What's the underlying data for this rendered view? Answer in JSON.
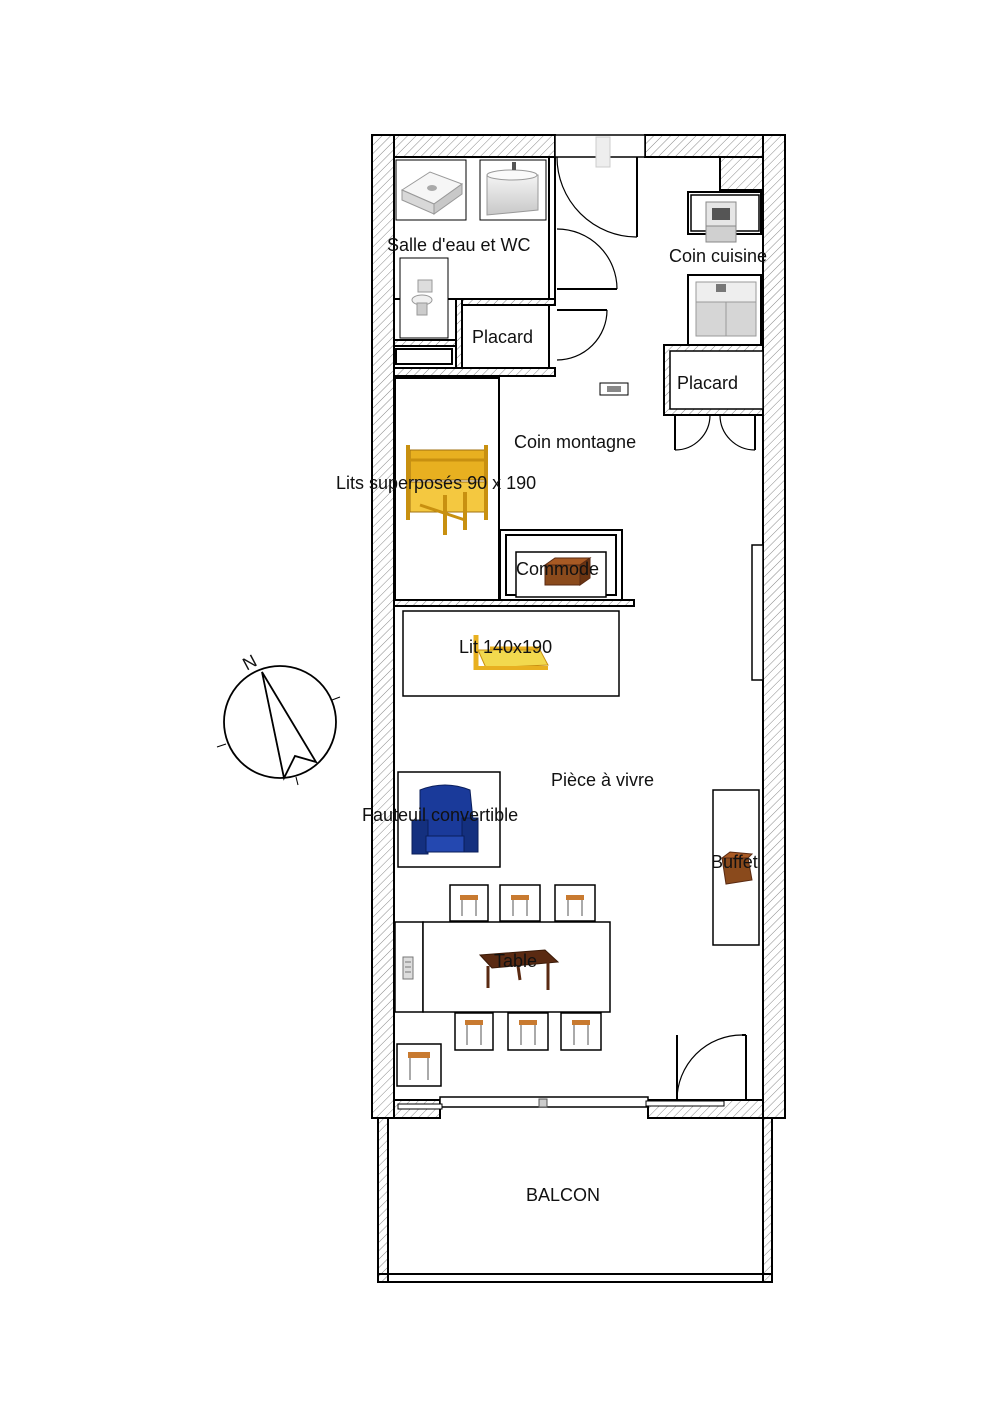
{
  "rooms": {
    "bathroom": "Salle d'eau et WC",
    "kitchen": "Coin cuisine",
    "closet_1": "Placard",
    "closet_2": "Placard",
    "mountain_corner": "Coin montagne",
    "bunk_beds": "Lits superposés 90 x 190",
    "dresser": "Commode",
    "double_bed": "Lit 140x190",
    "living_room": "Pièce à vivre",
    "armchair": "Fauteuil convertible",
    "sideboard": "Buffet",
    "table": "Table",
    "balcony": "BALCON"
  },
  "compass": {
    "label": "N"
  },
  "colors": {
    "bunk_bed": "#e8b020",
    "bed": "#f2d94e",
    "armchair": "#1a3a9a",
    "wood": "#8a4a1c",
    "dark_wood": "#5a2a12"
  }
}
